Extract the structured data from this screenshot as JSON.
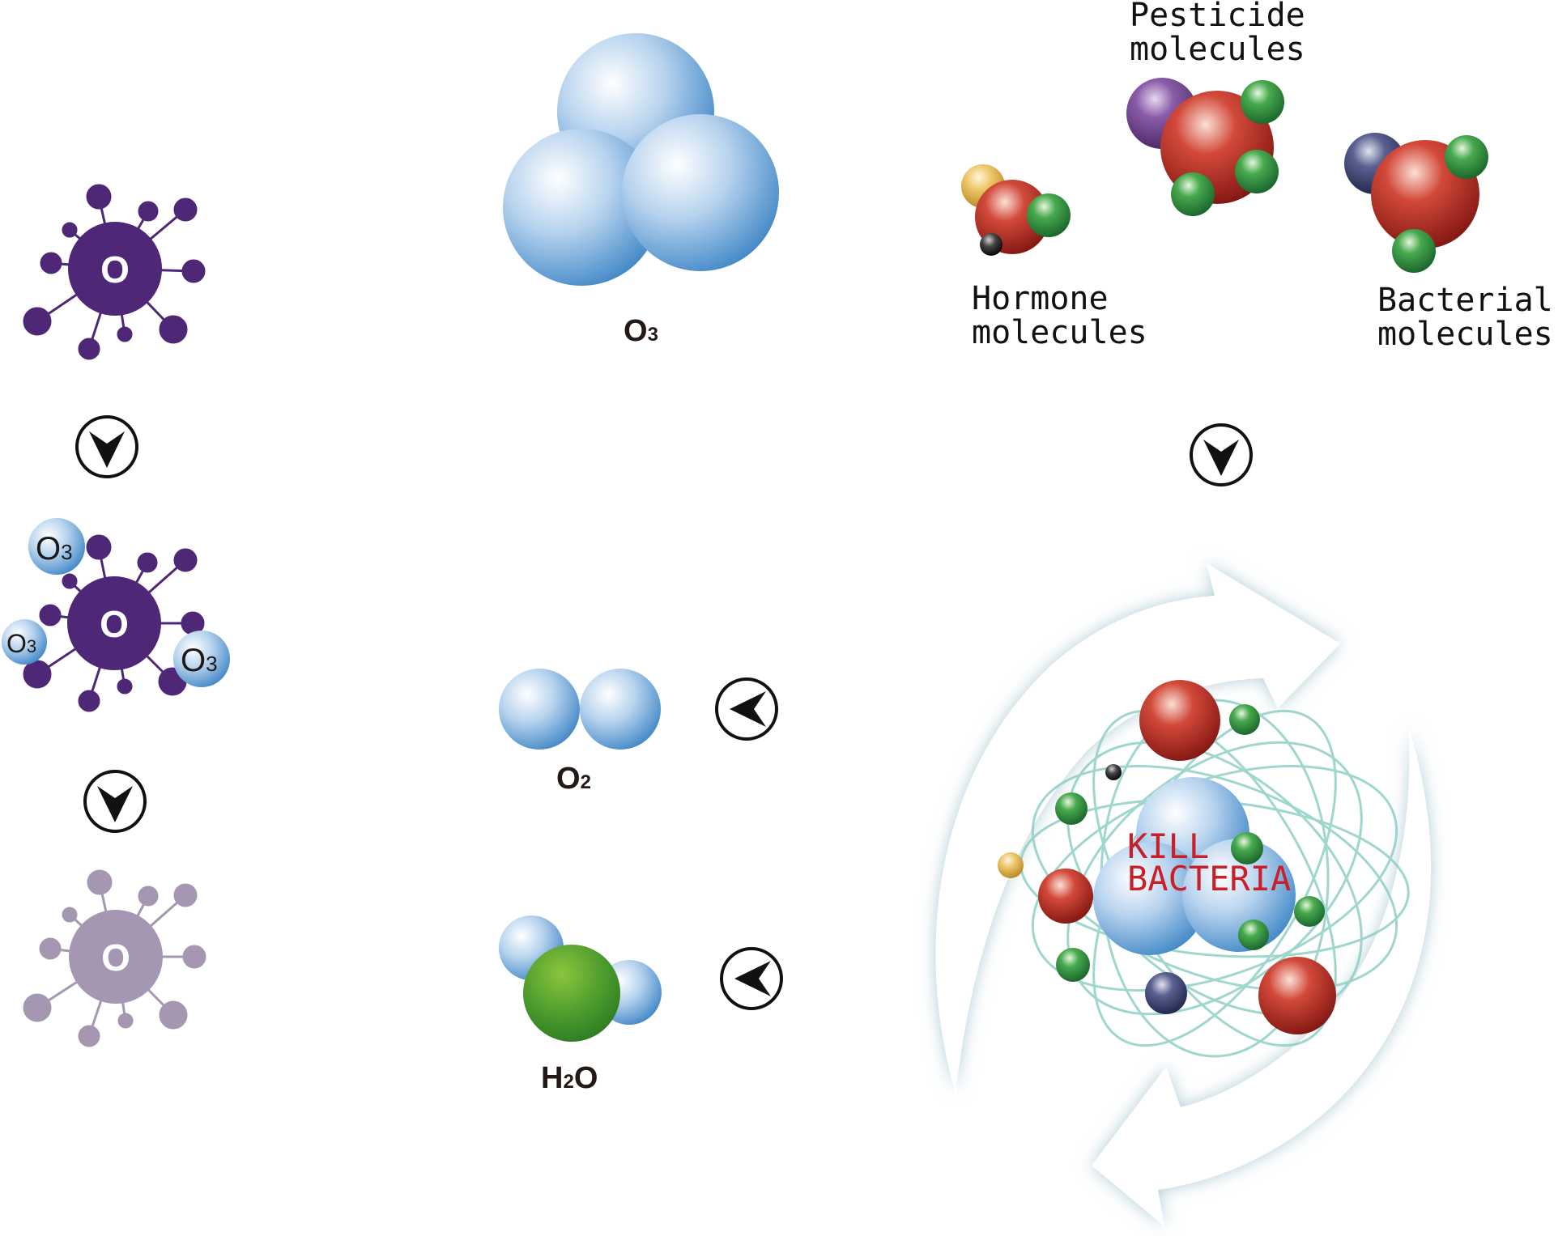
{
  "colors": {
    "virus_dark": "#4e2776",
    "virus_faded": "#a597b1",
    "ozone_blue": "#6aa4d6",
    "red": "#b0261e",
    "green": "#2e8b3a",
    "kill_text": "#c8202a",
    "ring": "#8fcfc6"
  },
  "icons": {
    "down_arrow": "circle-chevron-down-icon",
    "left_arrow": "circle-chevron-left-icon",
    "cycle_arrows": "circular-arrows-icon"
  },
  "virus": {
    "atom_label": "O",
    "o3_label": "O",
    "o3_sub": "3"
  },
  "molecules": {
    "o3": {
      "main": "O",
      "sub": "3"
    },
    "o2": {
      "main": "O",
      "sub": "2"
    },
    "h2o": {
      "pre": "H",
      "sub": "2",
      "post": "O"
    }
  },
  "targets": {
    "pesticide": [
      "Pesticide",
      "molecules"
    ],
    "hormone": [
      "Hormone",
      "molecules"
    ],
    "bacterial": [
      "Bacterial",
      "molecules"
    ]
  },
  "center": {
    "kill_line1": "KILL",
    "kill_line2": "BACTERIA"
  }
}
